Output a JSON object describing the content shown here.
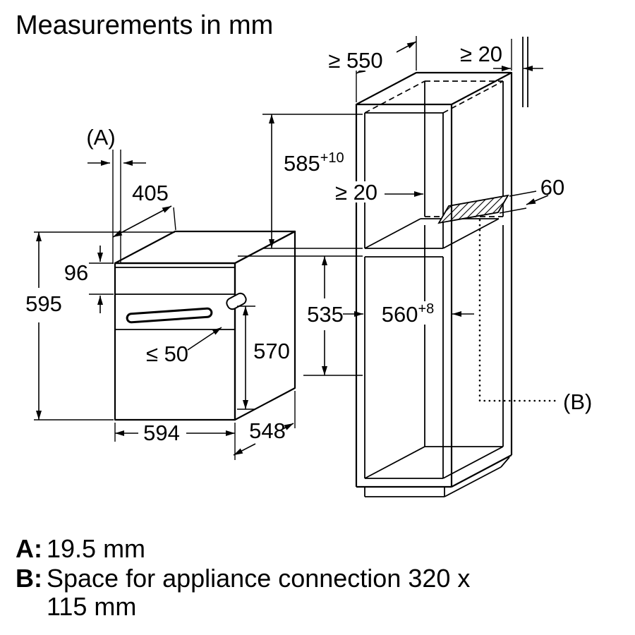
{
  "title": "Measurements in mm",
  "oven": {
    "ref_a": "(A)",
    "dim_top_depth": "405",
    "dim_panel_height": "96",
    "dim_height": "595",
    "dim_handle": "≤ 50",
    "dim_body_depth": "570",
    "dim_width": "594",
    "dim_depth": "548"
  },
  "cabinet": {
    "dim_min_depth": "≥ 550",
    "dim_rear_gap_top": "≥ 20",
    "dim_niche_height": "585",
    "dim_niche_height_tol": "+10",
    "dim_vent_gap": "≥ 20",
    "dim_vent_depth": "60",
    "dim_shelf_clearance": "535",
    "dim_niche_width": "560",
    "dim_niche_width_tol": "+8",
    "ref_b": "(B)"
  },
  "legend": {
    "a_label": "A:",
    "a_text": "19.5 mm",
    "b_label": "B:",
    "b_text_line1": "Space for appliance connection 320 x",
    "b_text_line2": "115 mm"
  },
  "colors": {
    "line": "#000000",
    "background": "#ffffff"
  }
}
